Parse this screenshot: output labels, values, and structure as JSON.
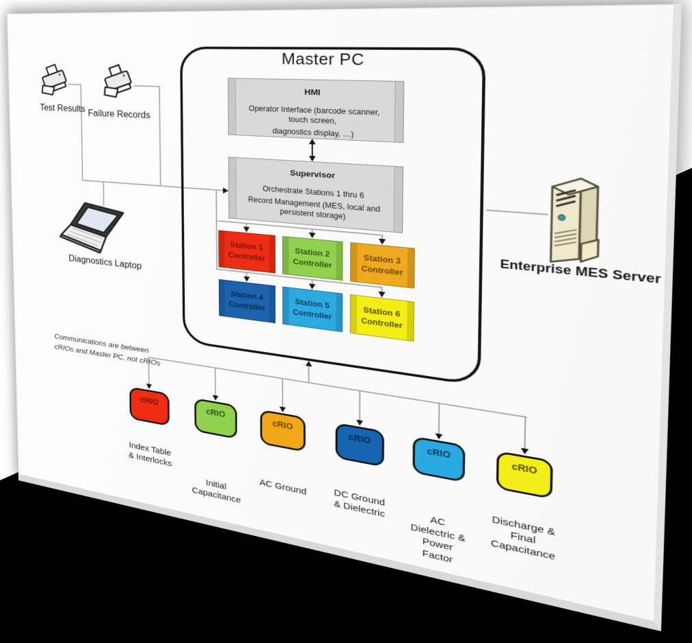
{
  "master_pc": {
    "title": "Master PC",
    "hmi": {
      "title": "HMI",
      "line1": "Operator Interface (barcode scanner, touch screen,",
      "line2": "diagnostics display, …)"
    },
    "supervisor": {
      "title": "Supervisor",
      "line1": "Orchestrate Stations 1 thru 6",
      "line2": "Record Management (MES, local and persistent storage)"
    },
    "stations": [
      {
        "line1": "Station 1",
        "line2": "Controller",
        "color": "#ec2d13",
        "text_color": "#7d140a",
        "border_color": "#9c1d0d"
      },
      {
        "line1": "Station 2",
        "line2": "Controller",
        "color": "#92d050",
        "text_color": "#2e5b11",
        "border_color": "#5d8f2a"
      },
      {
        "line1": "Station 3",
        "line2": "Controller",
        "color": "#efa920",
        "text_color": "#6e4a04",
        "border_color": "#a87711"
      },
      {
        "line1": "Station 4",
        "line2": "Controller",
        "color": "#1c63ae",
        "text_color": "#0a2a50",
        "border_color": "#123f75"
      },
      {
        "line1": "Station 5",
        "line2": "Controller",
        "color": "#2da9e1",
        "text_color": "#0b3f5e",
        "border_color": "#176f9c"
      },
      {
        "line1": "Station 6",
        "line2": "Controller",
        "color": "#f5ee16",
        "text_color": "#565207",
        "border_color": "#a39d10"
      }
    ]
  },
  "crios": [
    {
      "label": "cRIO",
      "color": "#ee2d12",
      "text_color": "#7c140a",
      "caption": "Index Table\n& Interlocks"
    },
    {
      "label": "cRIO",
      "color": "#8fd04f",
      "text_color": "#30601c",
      "caption": "Initial\nCapacitance"
    },
    {
      "label": "cRIO",
      "color": "#f0a818",
      "text_color": "#6d4a05",
      "caption": "AC Ground"
    },
    {
      "label": "cRIO",
      "color": "#1565b2",
      "text_color": "#082948",
      "caption": "DC Ground\n& Dielectric"
    },
    {
      "label": "cRIO",
      "color": "#2aa9e1",
      "text_color": "#0a3c5c",
      "caption": "AC\nDielectric &\nPower\nFactor"
    },
    {
      "label": "cRIO",
      "color": "#f4ee18",
      "text_color": "#525005",
      "caption": "Discharge &\nFinal\nCapacitance"
    }
  ],
  "devices": {
    "test_results": "Test Results",
    "failure_records": "Failure Records",
    "diagnostics_laptop": "Diagnostics Laptop",
    "server": "Enterprise MES Server"
  },
  "icons": {
    "test_results": "printer-icon",
    "failure_records": "printer-icon",
    "diagnostics_laptop": "laptop-icon",
    "server": "server-tower-icon"
  },
  "note": {
    "line1": "Communications are between",
    "line2": "cRIOs and Master PC, not cRIOs"
  },
  "colors": {
    "sheet": "#fbfbfb",
    "backdrop": "#000000",
    "connector_line": "#a9a9a9",
    "gray_box": "#d9d9d9",
    "gray_box_border": "#8f8f8f",
    "container_border": "#151515"
  }
}
